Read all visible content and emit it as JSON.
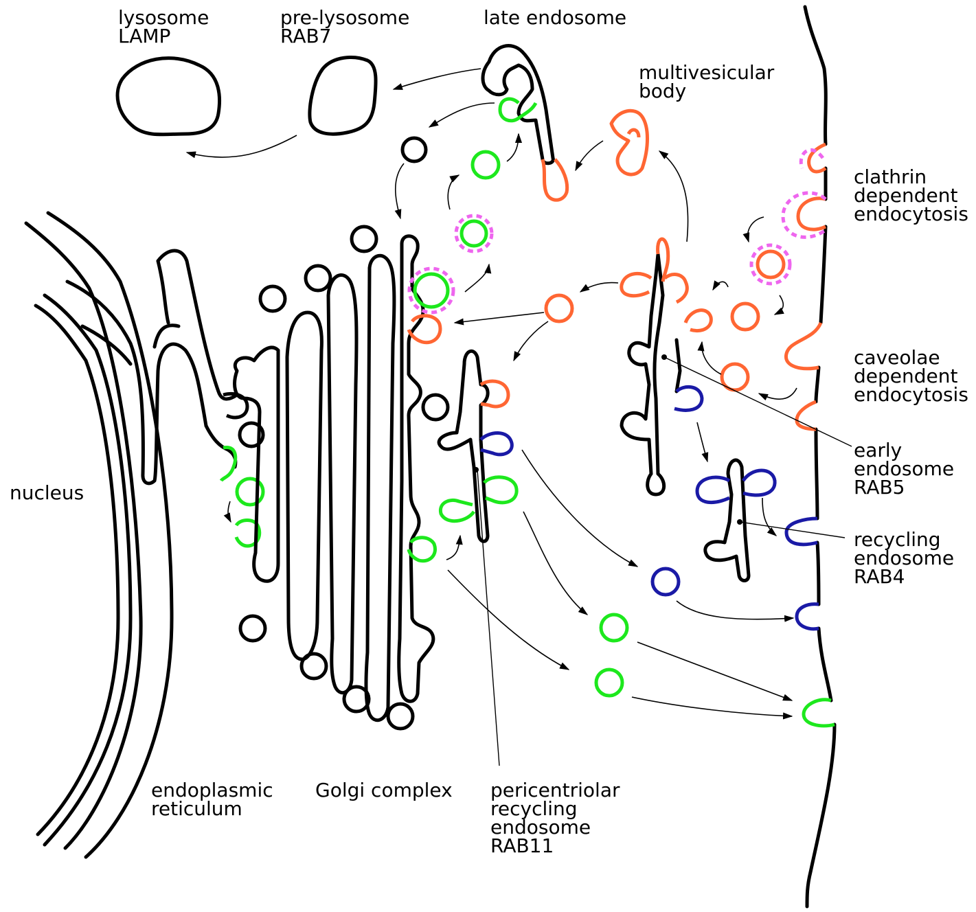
{
  "colors": {
    "membrane": "#000000",
    "golgi_cargo": "#1de81d",
    "endocytic_cargo": "#ff6633",
    "recycling_cargo": "#1a1aa6",
    "clathrin_coat": "#ee66ee",
    "adaptor_dots": "#33e6e6"
  },
  "labels": {
    "lysosome": [
      "lysosome",
      "LAMP"
    ],
    "pre_lysosome": [
      "pre-lysosome",
      "RAB7"
    ],
    "late_endosome": [
      "late endosome"
    ],
    "multivesicular_body": [
      "multivesicular",
      "body"
    ],
    "clathrin_endocytosis": [
      "clathrin",
      "dependent",
      "endocytosis"
    ],
    "caveolae_endocytosis": [
      "caveolae",
      "dependent",
      "endocytosis"
    ],
    "early_endosome": [
      "early",
      "endosome",
      "RAB5"
    ],
    "recycling_endosome": [
      "recycling",
      "endosome",
      "RAB4"
    ],
    "nucleus": [
      "nucleus"
    ],
    "endoplasmic_reticulum": [
      "endoplasmic",
      "reticulum"
    ],
    "golgi_complex": [
      "Golgi complex"
    ],
    "pericentriolar_endosome": [
      "pericentriolar",
      "recycling",
      "endosome",
      "RAB11"
    ]
  }
}
